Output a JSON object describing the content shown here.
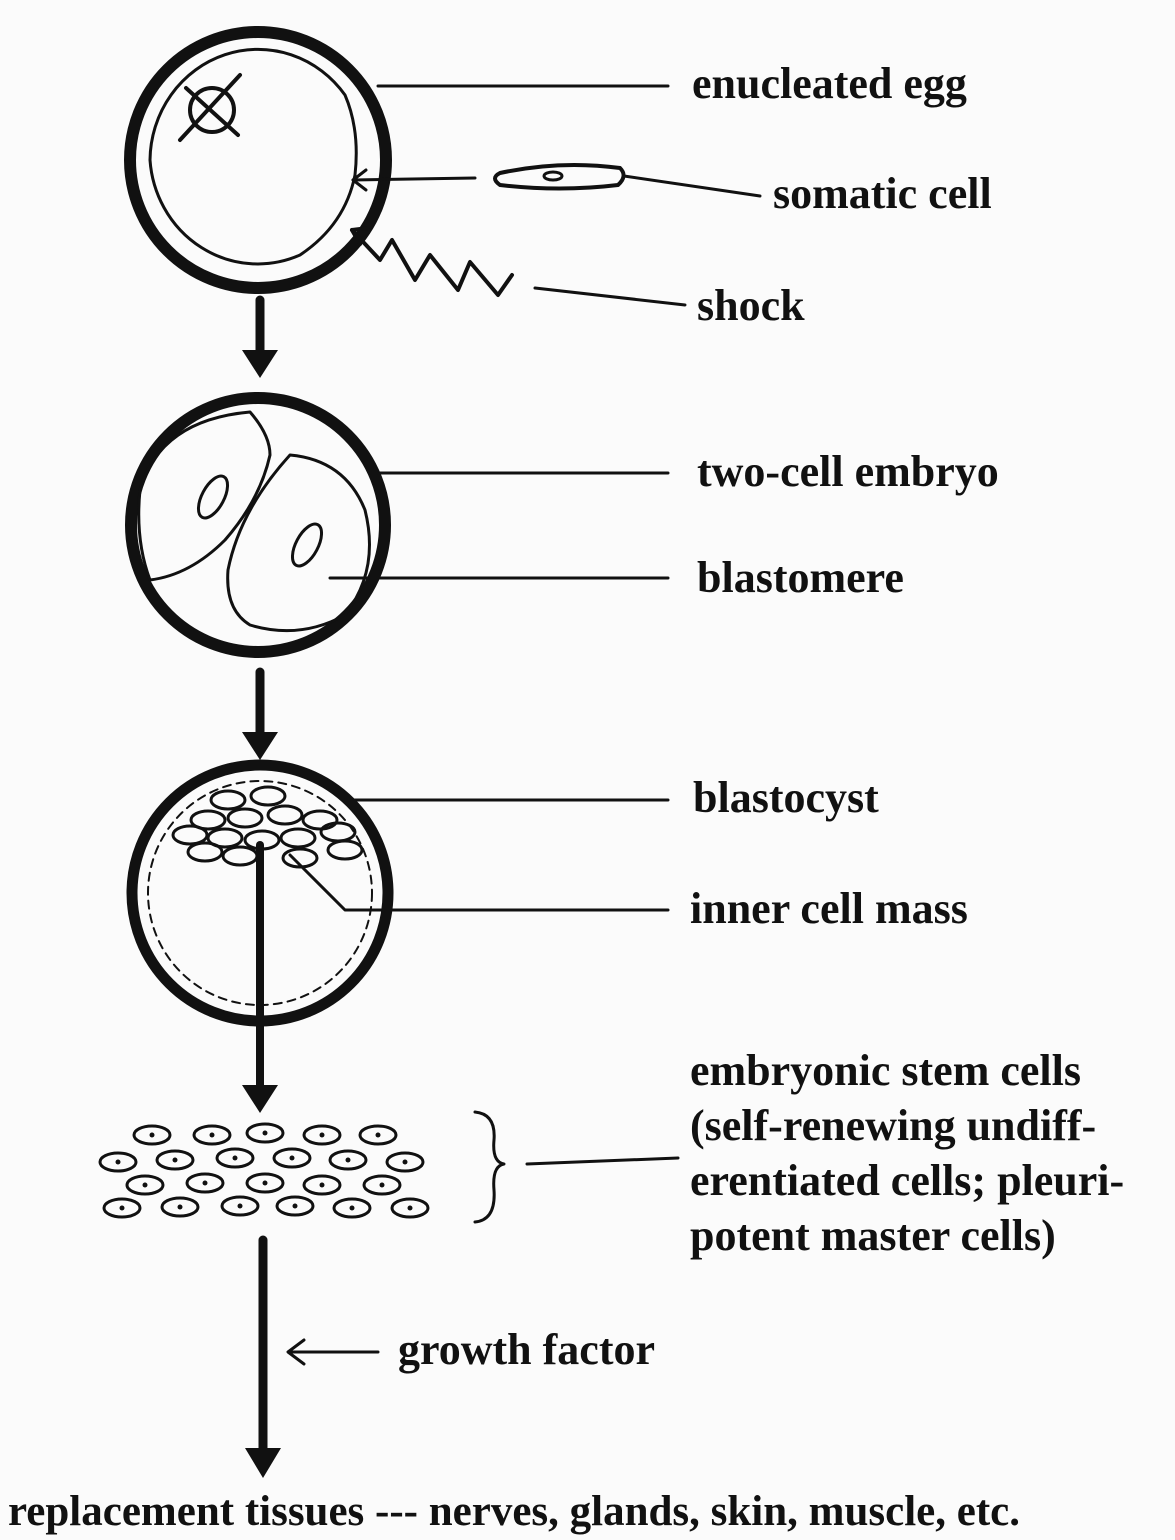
{
  "labels": {
    "enucleated_egg": "enucleated egg",
    "somatic_cell": "somatic cell",
    "shock": "shock",
    "two_cell_embryo": "two-cell embryo",
    "blastomere": "blastomere",
    "blastocyst": "blastocyst",
    "inner_cell_mass": "inner cell mass",
    "embryonic_stem_cells": {
      "line1": "embryonic stem cells",
      "line2": "(self-renewing undiff-",
      "line3": "erentiated cells; pleuri-",
      "line4": "potent master cells)"
    },
    "growth_factor": "growth factor",
    "replacement_tissues": "replacement tissues --- nerves, glands, skin, muscle, etc."
  },
  "colors": {
    "ink": "#111111",
    "paper": "#fbfbfb"
  }
}
